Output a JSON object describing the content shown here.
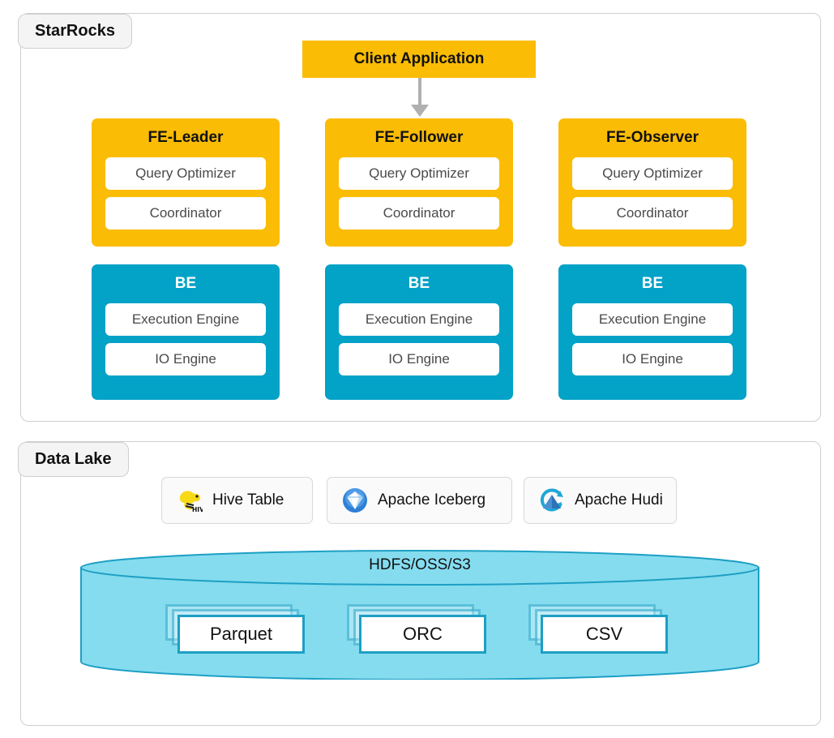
{
  "colors": {
    "yellow": "#fbbc05",
    "teal": "#03a2c7",
    "cylinder_fill": "#85dcef",
    "cylinder_stroke": "#1d9fc4",
    "container_border": "#cfcfcf",
    "badge_bg": "#f4f4f4"
  },
  "sections": {
    "starrocks": {
      "badge": "StarRocks",
      "client": {
        "label": "Client Application",
        "arrow": "down-arrow-icon"
      },
      "fe_nodes": [
        {
          "title": "FE-Leader",
          "components": [
            "Query Optimizer",
            "Coordinator"
          ]
        },
        {
          "title": "FE-Follower",
          "components": [
            "Query Optimizer",
            "Coordinator"
          ]
        },
        {
          "title": "FE-Observer",
          "components": [
            "Query Optimizer",
            "Coordinator"
          ]
        }
      ],
      "be_nodes": [
        {
          "title": "BE",
          "components": [
            "Execution Engine",
            "IO Engine"
          ]
        },
        {
          "title": "BE",
          "components": [
            "Execution Engine",
            "IO Engine"
          ]
        },
        {
          "title": "BE",
          "components": [
            "Execution Engine",
            "IO Engine"
          ]
        }
      ]
    },
    "datalake": {
      "badge": "Data Lake",
      "table_formats": [
        {
          "label": "Hive Table",
          "icon": "hive-logo-icon"
        },
        {
          "label": "Apache Iceberg",
          "icon": "iceberg-logo-icon"
        },
        {
          "label": "Apache Hudi",
          "icon": "hudi-logo-icon"
        }
      ],
      "storage": {
        "label": "HDFS/OSS/S3",
        "file_formats": [
          "Parquet",
          "ORC",
          "CSV"
        ]
      }
    }
  }
}
